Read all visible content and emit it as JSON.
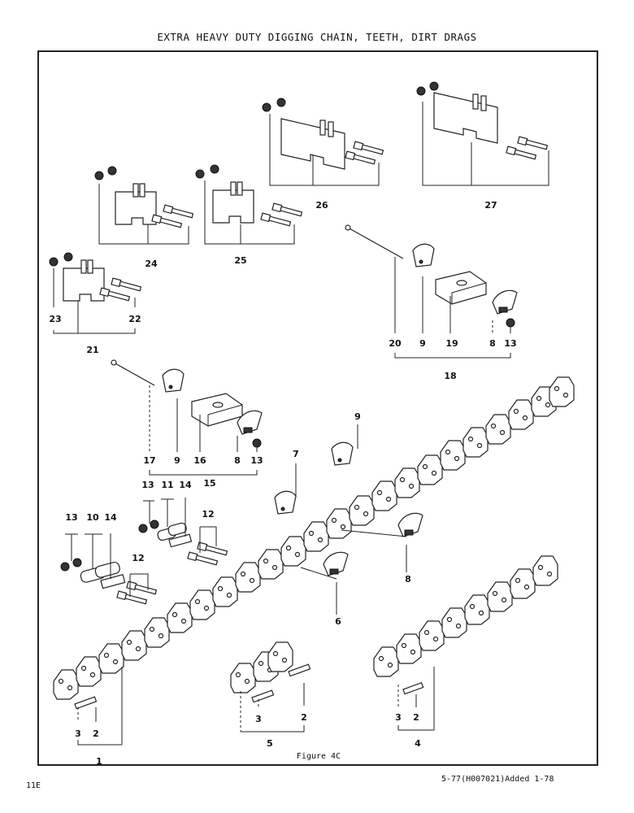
{
  "title": "EXTRA HEAVY DUTY DIGGING CHAIN, TEETH, DIRT DRAGS",
  "figure_caption": "Figure 4C",
  "footer": {
    "page_number": "11E",
    "revision": "5-77(H007021)Added 1-78"
  },
  "callouts": {
    "c1": "1",
    "c2a": "2",
    "c2b": "2",
    "c2c": "2",
    "c3a": "3",
    "c3b": "3",
    "c3c": "3",
    "c4": "4",
    "c5": "5",
    "c6": "6",
    "c7": "7",
    "c8a": "8",
    "c8b": "8",
    "c8c": "8",
    "c9a": "9",
    "c9b": "9",
    "c9c": "9",
    "c10": "10",
    "c11": "11",
    "c12a": "12",
    "c12b": "12",
    "c13a": "13",
    "c13b": "13",
    "c13c": "13",
    "c13d": "13",
    "c14a": "14",
    "c14b": "14",
    "c15": "15",
    "c16": "16",
    "c17": "17",
    "c18": "18",
    "c19": "19",
    "c20": "20",
    "c21": "21",
    "c22": "22",
    "c23": "23",
    "c24": "24",
    "c25": "25",
    "c26": "26",
    "c27": "27"
  }
}
